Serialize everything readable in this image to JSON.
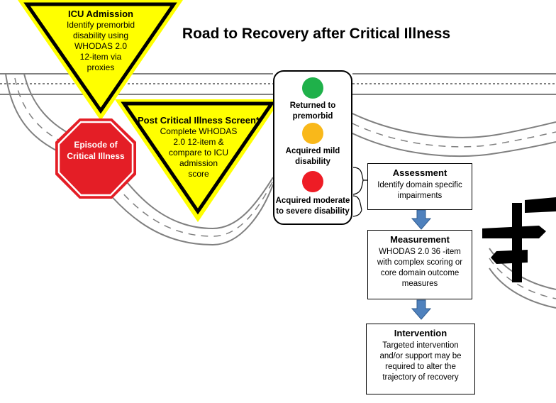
{
  "title": "Road to Recovery after Critical Illness",
  "icu_admission": {
    "heading": "ICU Admission",
    "lines": [
      "Identify premorbid",
      "disability using",
      "WHODAS 2.0",
      "12-item via",
      "proxies"
    ]
  },
  "stop_sign": {
    "lines": [
      "Episode of",
      "Critical Illness"
    ]
  },
  "post_screen": {
    "heading": "Post Critical Illness Screen*",
    "lines": [
      "Complete WHODAS",
      "2.0 12-item &",
      "compare to ICU",
      "admission",
      "score"
    ]
  },
  "traffic_light": {
    "lights": [
      {
        "label_lines": [
          "Returned to",
          "premorbid"
        ],
        "color": "#1fb14a"
      },
      {
        "label_lines": [
          "Acquired mild",
          "disability"
        ],
        "color": "#f9b81a"
      },
      {
        "label_lines": [
          "Acquired moderate",
          "to severe disability"
        ],
        "color": "#ee1c25"
      }
    ]
  },
  "assessment": {
    "heading": "Assessment",
    "lines": [
      "Identify domain specific",
      "impairments"
    ]
  },
  "measurement": {
    "heading": "Measurement",
    "lines": [
      "WHODAS 2.0 36 -item",
      "with complex scoring or",
      "core domain outcome",
      "measures"
    ]
  },
  "intervention": {
    "heading": "Intervention",
    "lines": [
      "Targeted intervention",
      "and/or support may be",
      "required to alter the",
      "trajectory of recovery"
    ]
  },
  "colors": {
    "sign_yellow": "#ffff00",
    "stop_red": "#e41e26",
    "arrow_blue": "#4f81bd",
    "road_grey": "#808080"
  }
}
